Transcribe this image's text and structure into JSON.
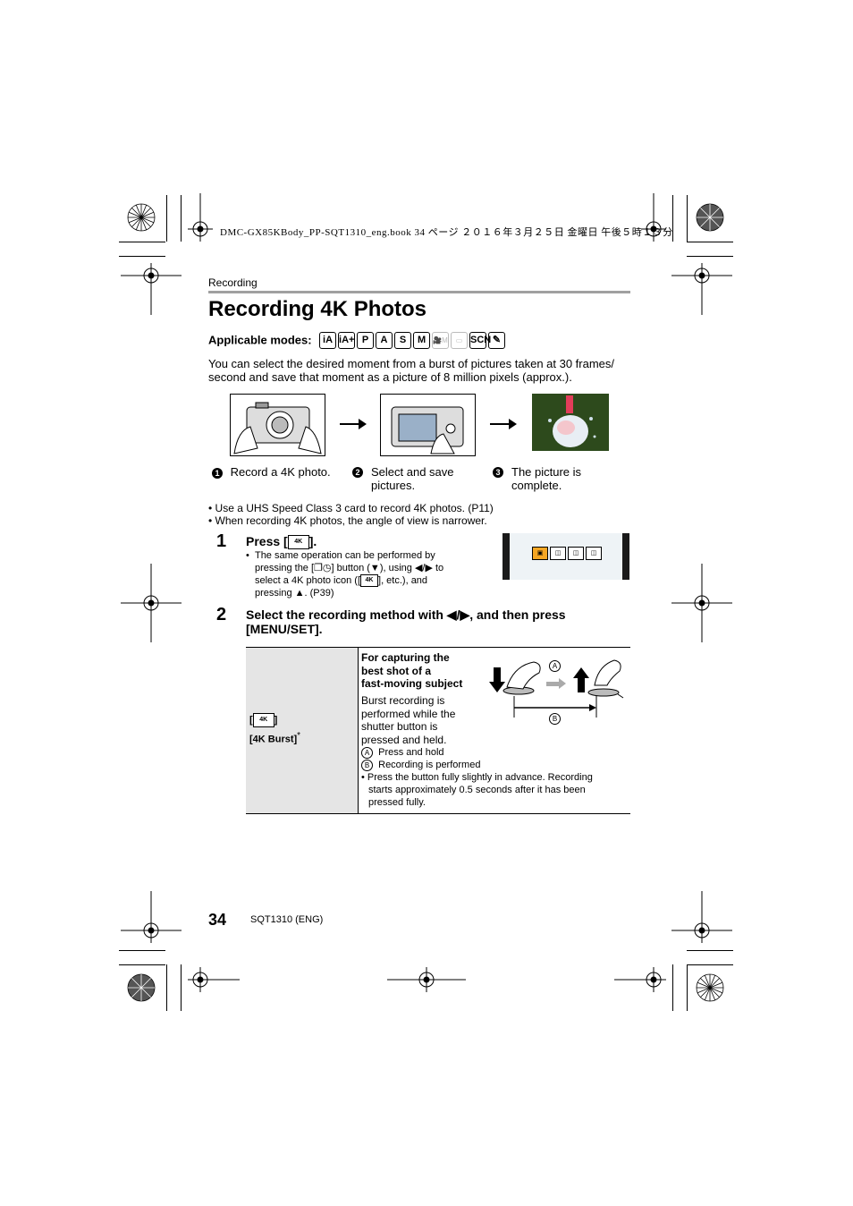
{
  "print_header": "DMC-GX85KBody_PP-SQT1310_eng.book  34 ページ  ２０１６年３月２５日  金曜日  午後５時１３分",
  "section": "Recording",
  "title": "Recording 4K Photos",
  "applicable_modes": {
    "label": "Applicable modes:",
    "modes": [
      "iA",
      "iA+",
      "P",
      "A",
      "S",
      "M",
      "🎥M",
      "▭",
      "SCN",
      "✎"
    ]
  },
  "intro": "You can select the desired moment from a burst of pictures taken at 30 frames/ second and save that moment as a picture of 8 million pixels (approx.).",
  "process": [
    {
      "num": "1",
      "text": "Record a 4K photo."
    },
    {
      "num": "2",
      "text": "Select and save pictures."
    },
    {
      "num": "3",
      "text": "The picture is complete."
    }
  ],
  "notes": [
    "• Use a UHS Speed Class 3 card to record 4K photos. (P11)",
    "• When recording 4K photos, the angle of view is narrower."
  ],
  "step1": {
    "num": "1",
    "head_pre": "Press [",
    "head_post": "].",
    "bullet_l1": "The same operation can be performed by",
    "bullet_l2_pre": "pressing the [",
    "bullet_l2_post": "] button (▼), using ◀/▶ to",
    "bullet_l3_pre": "select a 4K photo icon ([",
    "bullet_l3_post": "], etc.), and",
    "bullet_l4": "pressing ▲. (P39)"
  },
  "step2": {
    "num": "2",
    "head_l1": "Select the recording method with ◀/▶, and then press",
    "head_l2": "[MENU/SET]."
  },
  "table": {
    "left_bracket": "[",
    "left_bracket_close": "]",
    "left_label": "[4K Burst]",
    "asterisk": "*",
    "heading": [
      "For capturing the",
      "best shot of a",
      "fast-moving subject"
    ],
    "desc": [
      "Burst recording is",
      "performed while the",
      "shutter button is",
      "pressed and held."
    ],
    "legend": [
      {
        "letter": "A",
        "text": "Press and hold"
      },
      {
        "letter": "B",
        "text": "Recording is performed"
      }
    ],
    "note_l1": "• Press the button fully slightly in advance. Recording",
    "note_l2": "starts approximately 0.5 seconds after it has been",
    "note_l3": "pressed fully.",
    "diagram_a": "A",
    "diagram_b": "B"
  },
  "footer": {
    "page": "34",
    "code": "SQT1310 (ENG)"
  },
  "icon_4k": "4K",
  "colors": {
    "accent": "#f5a623",
    "rule": "#a0a0a0",
    "table_bg": "#e5e5e5"
  }
}
